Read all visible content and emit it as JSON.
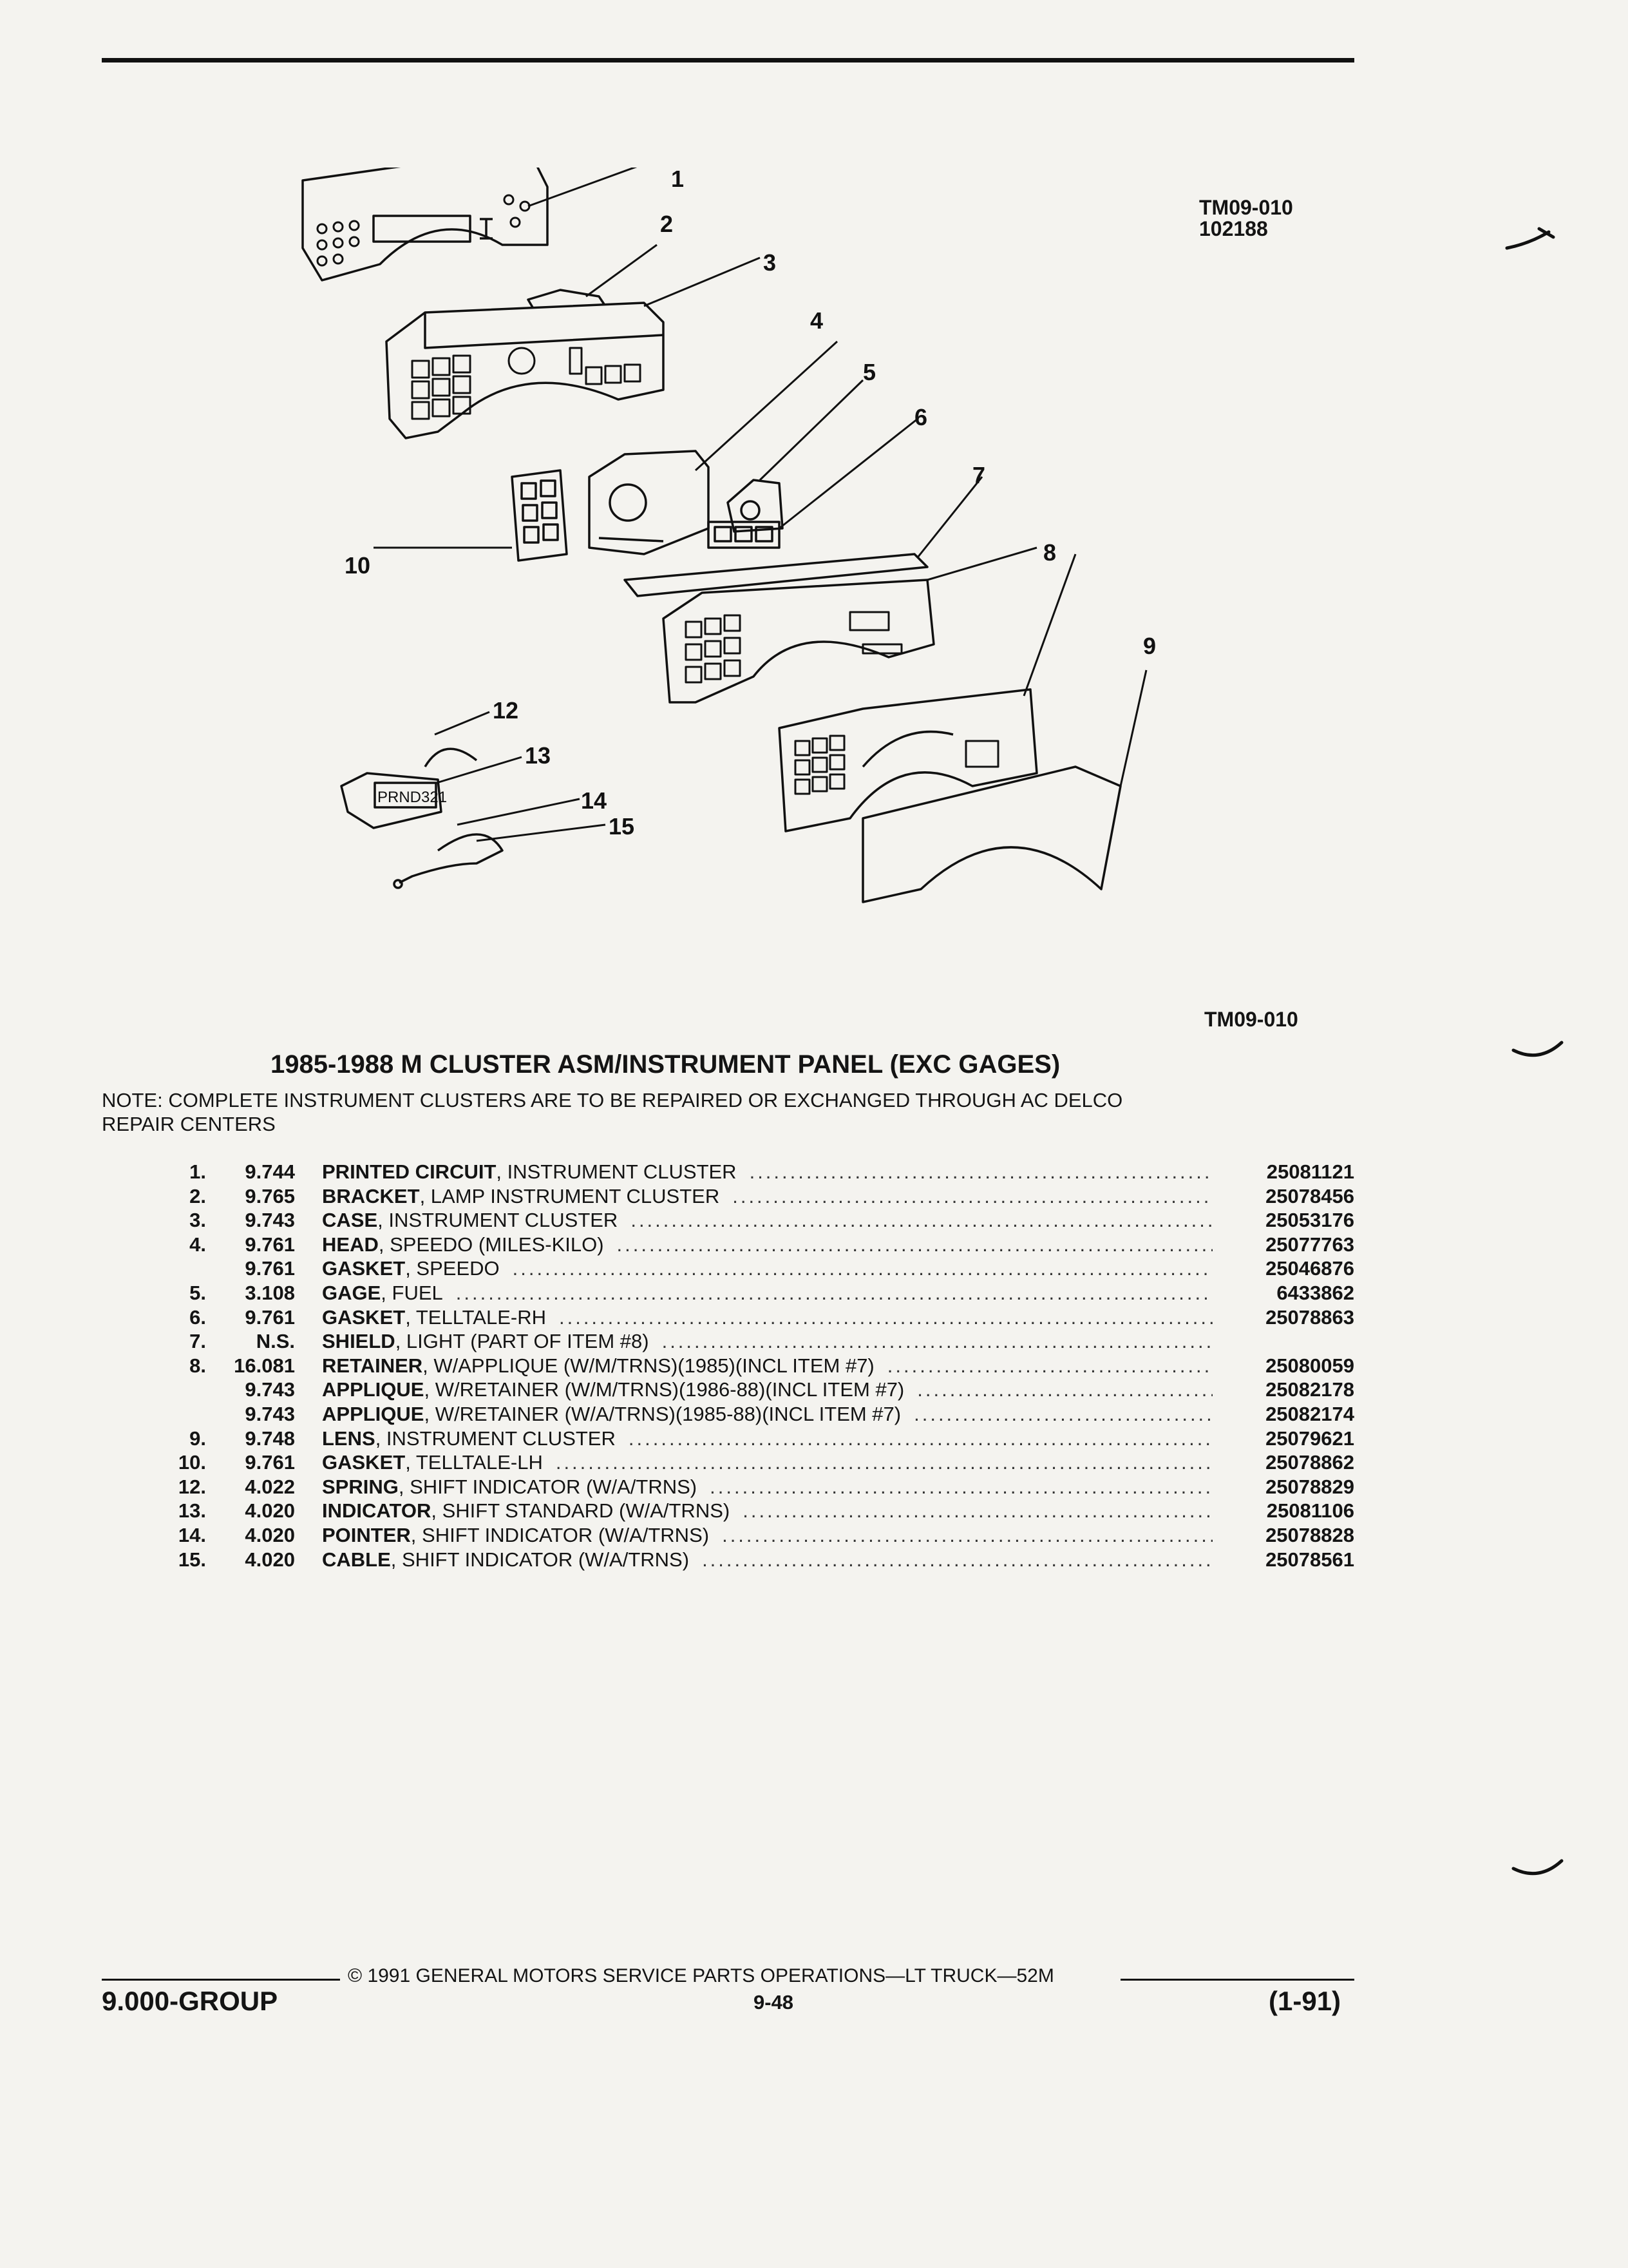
{
  "header": {
    "figure_code": "TM09-010",
    "date_code": "102188"
  },
  "figure": {
    "callouts": [
      "1",
      "2",
      "3",
      "4",
      "5",
      "6",
      "7",
      "8",
      "9",
      "10",
      "12",
      "13",
      "14",
      "15"
    ],
    "indicator_text": "PRND321",
    "figure_label": "TM09-010"
  },
  "section": {
    "title": "1985-1988 M CLUSTER ASM/INSTRUMENT PANEL (EXC GAGES)",
    "note_line1": "NOTE: COMPLETE INSTRUMENT CLUSTERS ARE TO BE REPAIRED OR EXCHANGED THROUGH AC DELCO",
    "note_line2": "REPAIR CENTERS"
  },
  "parts": [
    {
      "item": "1.",
      "group": "9.744",
      "name": "PRINTED CIRCUIT",
      "desc": ", INSTRUMENT CLUSTER",
      "part": "25081121"
    },
    {
      "item": "2.",
      "group": "9.765",
      "name": "BRACKET",
      "desc": ", LAMP INSTRUMENT CLUSTER",
      "part": "25078456"
    },
    {
      "item": "3.",
      "group": "9.743",
      "name": "CASE",
      "desc": ", INSTRUMENT CLUSTER",
      "part": "25053176"
    },
    {
      "item": "4.",
      "group": "9.761",
      "name": "HEAD",
      "desc": ", SPEEDO (MILES-KILO)",
      "part": "25077763"
    },
    {
      "item": "",
      "group": "9.761",
      "name": "GASKET",
      "desc": ", SPEEDO",
      "part": "25046876"
    },
    {
      "item": "5.",
      "group": "3.108",
      "name": "GAGE",
      "desc": ", FUEL",
      "part": "6433862"
    },
    {
      "item": "6.",
      "group": "9.761",
      "name": "GASKET",
      "desc": ", TELLTALE-RH",
      "part": "25078863"
    },
    {
      "item": "7.",
      "group": "N.S.",
      "name": "SHIELD",
      "desc": ", LIGHT (PART OF ITEM #8)",
      "part": ""
    },
    {
      "item": "8.",
      "group": "16.081",
      "name": "RETAINER",
      "desc": ", W/APPLIQUE (W/M/TRNS)(1985)(INCL ITEM #7)",
      "part": "25080059"
    },
    {
      "item": "",
      "group": "9.743",
      "name": "APPLIQUE",
      "desc": ", W/RETAINER (W/M/TRNS)(1986-88)(INCL ITEM #7)",
      "part": "25082178"
    },
    {
      "item": "",
      "group": "9.743",
      "name": "APPLIQUE",
      "desc": ", W/RETAINER (W/A/TRNS)(1985-88)(INCL ITEM #7)",
      "part": "25082174"
    },
    {
      "item": "9.",
      "group": "9.748",
      "name": "LENS",
      "desc": ", INSTRUMENT CLUSTER",
      "part": "25079621"
    },
    {
      "item": "10.",
      "group": "9.761",
      "name": "GASKET",
      "desc": ", TELLTALE-LH",
      "part": "25078862"
    },
    {
      "item": "12.",
      "group": "4.022",
      "name": "SPRING",
      "desc": ", SHIFT INDICATOR (W/A/TRNS)",
      "part": "25078829"
    },
    {
      "item": "13.",
      "group": "4.020",
      "name": "INDICATOR",
      "desc": ", SHIFT STANDARD (W/A/TRNS)",
      "part": "25081106"
    },
    {
      "item": "14.",
      "group": "4.020",
      "name": "POINTER",
      "desc": ", SHIFT INDICATOR (W/A/TRNS)",
      "part": "25078828"
    },
    {
      "item": "15.",
      "group": "4.020",
      "name": "CABLE",
      "desc": ", SHIFT INDICATOR (W/A/TRNS)",
      "part": "25078561"
    }
  ],
  "footer": {
    "copyright": "© 1991 GENERAL MOTORS SERVICE PARTS OPERATIONS—LT TRUCK—52M",
    "group": "9.000-GROUP",
    "page": "9-48",
    "date": "(1-91)"
  }
}
